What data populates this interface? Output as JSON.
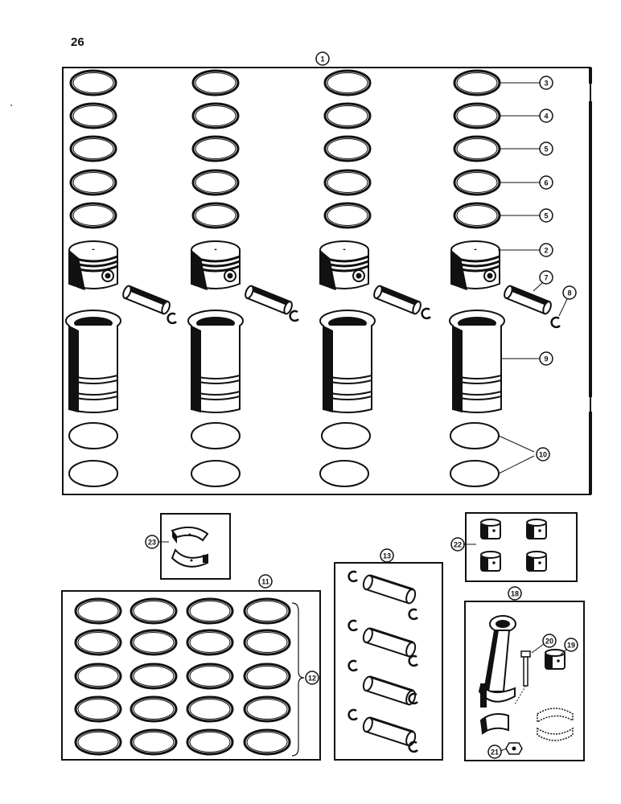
{
  "page_number": "26",
  "colors": {
    "ink": "#111111",
    "paper": "#ffffff",
    "shade": "#555555"
  },
  "callouts": {
    "c1": "1",
    "c2": "2",
    "c3": "3",
    "c4": "4",
    "c5a": "5",
    "c5b": "5",
    "c6": "6",
    "c7": "7",
    "c8": "8",
    "c9": "9",
    "c10": "10",
    "c11": "11",
    "c12": "12",
    "c13": "13",
    "c18": "18",
    "c19": "19",
    "c20": "20",
    "c21": "21",
    "c22": "22",
    "c23": "23"
  },
  "icons": {
    "piston_ring": "ring-icon",
    "piston": "piston-icon",
    "piston_pin": "pin-icon",
    "snap_ring": "snap-ring-icon",
    "cylinder_sleeve": "sleeve-icon",
    "seal_ring": "seal-ring-icon",
    "bearing_half": "bearing-half-icon",
    "bushing": "bushing-icon",
    "connecting_rod": "connecting-rod-icon",
    "bolt": "bolt-icon",
    "nut": "nut-icon"
  }
}
